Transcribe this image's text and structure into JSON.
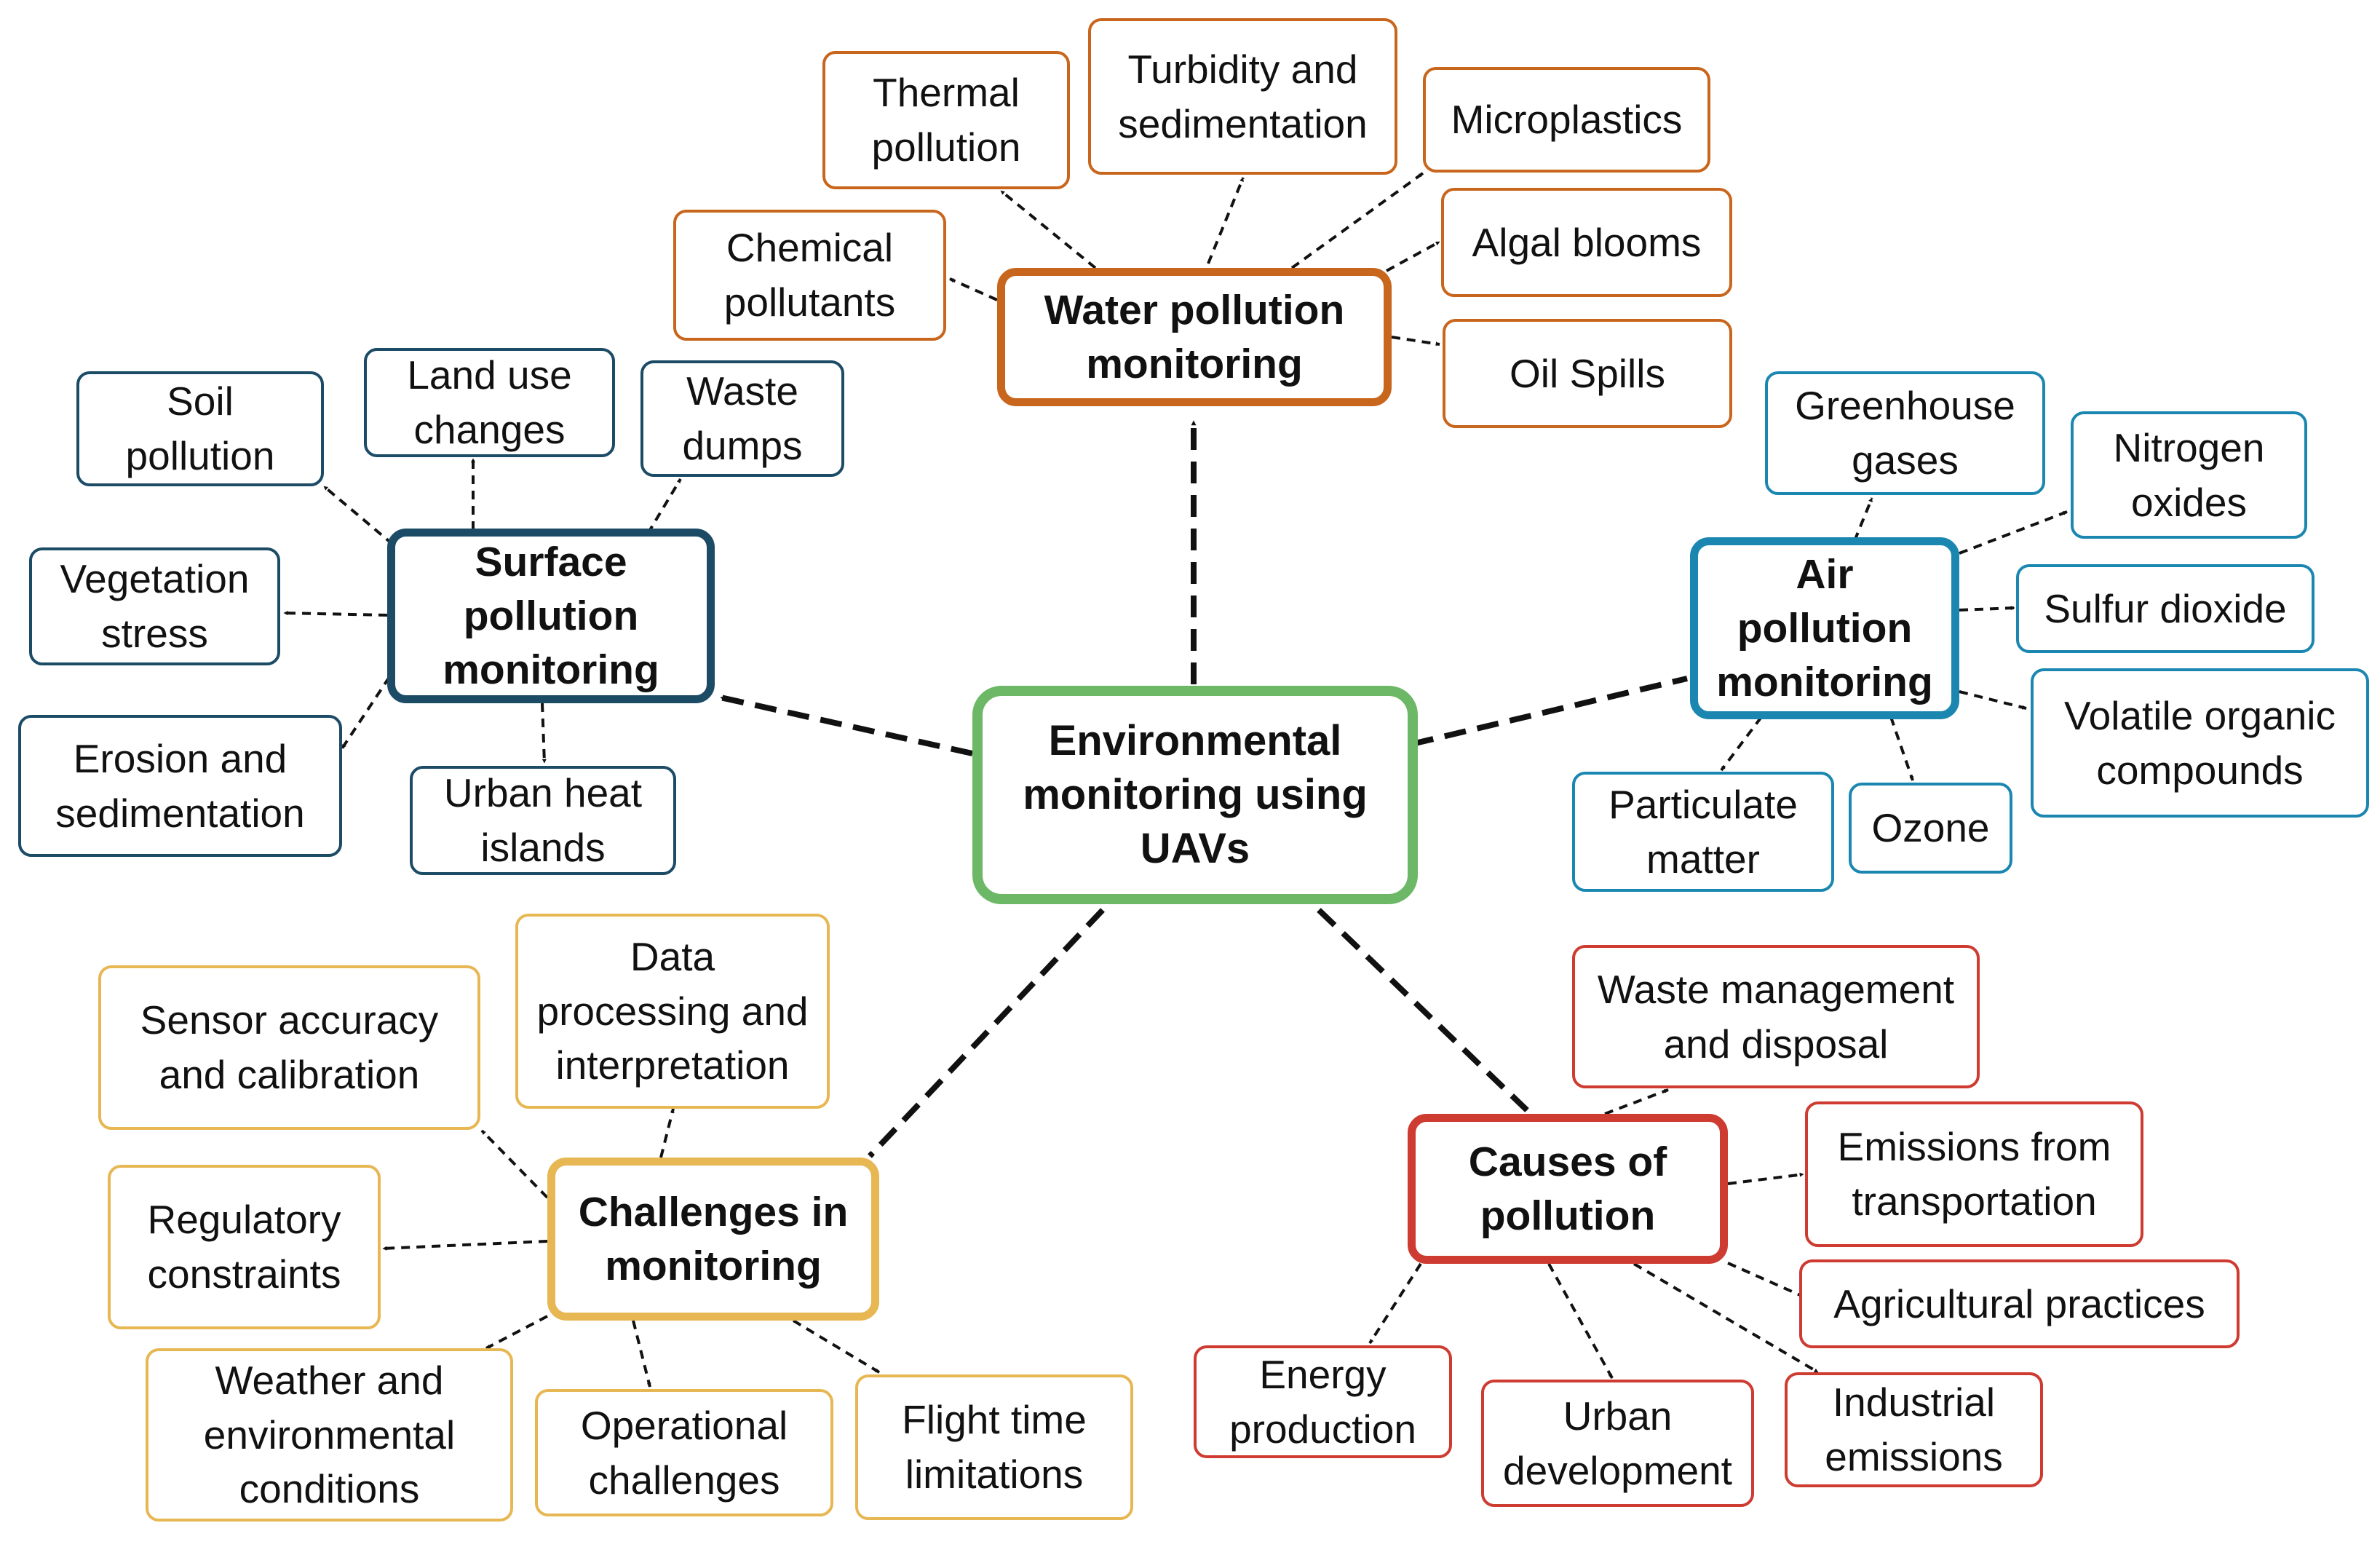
{
  "colors": {
    "center": "#6cb866",
    "water": "#c8661d",
    "air": "#1b87b1",
    "surface": "#1c4b66",
    "challenges": "#e7b753",
    "causes": "#ce3b31",
    "arrow": "#111111"
  },
  "center": {
    "label": "Environmental\nmonitoring using\nUAVs"
  },
  "water": {
    "label": "Water pollution\nmonitoring",
    "items": [
      {
        "label": "Thermal\npollution"
      },
      {
        "label": "Turbidity and\nsedimentation"
      },
      {
        "label": "Microplastics"
      },
      {
        "label": "Chemical\npollutants"
      },
      {
        "label": "Algal blooms"
      },
      {
        "label": "Oil Spills"
      }
    ]
  },
  "air": {
    "label": "Air\npollution\nmonitoring",
    "items": [
      {
        "label": "Greenhouse\ngases"
      },
      {
        "label": "Nitrogen\noxides"
      },
      {
        "label": "Sulfur dioxide"
      },
      {
        "label": "Volatile organic\ncompounds"
      },
      {
        "label": "Particulate\nmatter"
      },
      {
        "label": "Ozone"
      }
    ]
  },
  "surface": {
    "label": "Surface\npollution\nmonitoring",
    "items": [
      {
        "label": "Soil\npollution"
      },
      {
        "label": "Land use\nchanges"
      },
      {
        "label": "Waste\ndumps"
      },
      {
        "label": "Vegetation\nstress"
      },
      {
        "label": "Erosion and\nsedimentation"
      },
      {
        "label": "Urban heat\nislands"
      }
    ]
  },
  "challenges": {
    "label": "Challenges in\nmonitoring",
    "items": [
      {
        "label": "Sensor accuracy\nand calibration"
      },
      {
        "label": "Data\nprocessing and\ninterpretation"
      },
      {
        "label": "Regulatory\nconstraints"
      },
      {
        "label": "Weather and\nenvironmental\nconditions"
      },
      {
        "label": "Operational\nchallenges"
      },
      {
        "label": "Flight time\nlimitations"
      }
    ]
  },
  "causes": {
    "label": "Causes of\npollution",
    "items": [
      {
        "label": "Waste management\nand disposal"
      },
      {
        "label": "Emissions from\ntransportation"
      },
      {
        "label": "Agricultural practices"
      },
      {
        "label": "Energy\nproduction"
      },
      {
        "label": "Urban\ndevelopment"
      },
      {
        "label": "Industrial\nemissions"
      }
    ]
  }
}
